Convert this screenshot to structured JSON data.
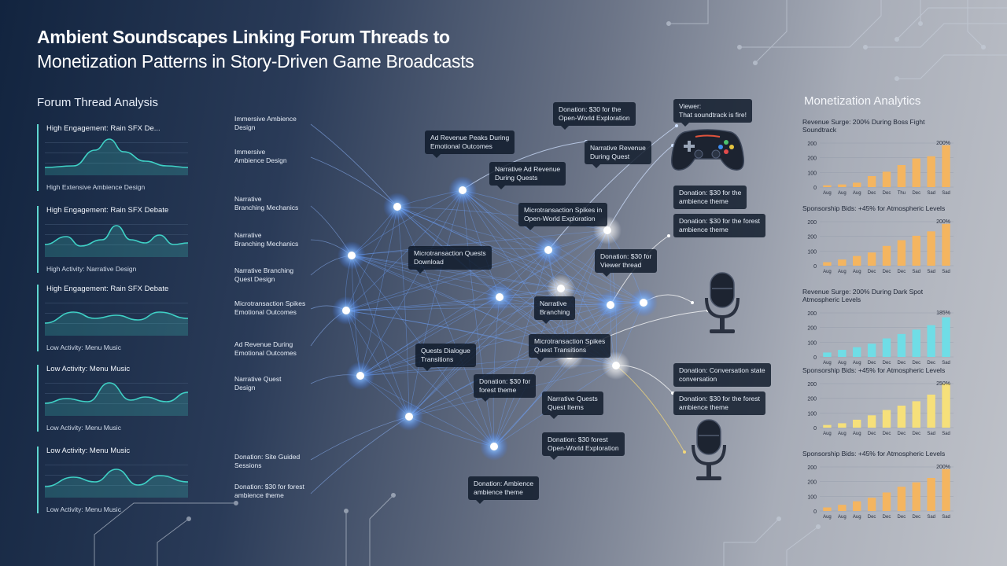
{
  "title": {
    "line1": "Ambient Soundscapes Linking Forum Threads to",
    "line2": "Monetization Patterns in Story-Driven Game Broadcasts"
  },
  "forum": {
    "heading": "Forum Thread Analysis",
    "cards": [
      {
        "header": "High Engagement: Rain SFX De...",
        "footer": "High Extensive Ambience Design",
        "color": "#3fd1c6"
      },
      {
        "header": "High Engagement: Rain SFX Debate",
        "footer": "High Activity: Narrative Design",
        "color": "#3fd1c6"
      },
      {
        "header": "High Engagement: Rain SFX Debate",
        "footer": "Low Activity: Menu Music",
        "color": "#3fd1c6"
      },
      {
        "header": "Low Activity: Menu Music",
        "footer": "Low Activity: Menu Music",
        "color": "#3fd1c6"
      },
      {
        "header": "Low Activity: Menu Music",
        "footer": "Low Activity: Menu Music",
        "color": "#3fd1c6"
      }
    ]
  },
  "left_labels": [
    "Immersive Ambience\nDesign",
    "Immersive\nAmbience Design",
    "Narrative\nBranching Mechanics",
    "Narrative\nBranching Mechanics",
    "Narrative Branching\nQuest Design",
    "Microtransaction Spikes\nEmotional Outcomes",
    "Ad Revenue During\nEmotional Outcomes",
    "Narrative Quest\nDesign",
    "Donation: Site Guided\nSessions",
    "Donation: $30 for forest\nambience theme"
  ],
  "center_labels": [
    "Ad Revenue Peaks During\nEmotional Outcomes",
    "Donation: $30 for the\nOpen-World Exploration",
    "Narrative Ad Revenue\nDuring Quests",
    "Narrative Revenue\nDuring Quest",
    "Microtransaction Spikes in\nOpen-World Exploration",
    "Microtransaction Quests\nDownload",
    "Narrative\nBranching",
    "Quests Dialogue\nTransitions",
    "Microtransaction Spikes\nQuest Transitions",
    "Donation: $30 for\nforest theme",
    "Narrative Quests\nQuest Items",
    "Donation: $30 forest\nOpen-World Exploration",
    "Donation: Ambience\nambience theme",
    "Donation: $30 for\nViewer thread"
  ],
  "right_labels": [
    "Donation: $30 for the\nambience theme",
    "Donation: $30 for the forest\nambience theme",
    "Donation: Conversation state\nconversation",
    "Donation: $30 for the forest\nambience theme"
  ],
  "viewer_bubble": "Viewer:\nThat soundtrack is fire!",
  "icons": [
    "gamepad-icon",
    "microphone-icon",
    "microphone-icon"
  ],
  "monetization": {
    "heading": "Monetization Analytics",
    "colors": {
      "orange": "#f4b560",
      "cyan": "#6fdde6",
      "yellow": "#f6e07a"
    },
    "ytick_labels": [
      "0",
      "100",
      "200",
      "200"
    ]
  },
  "chart_data": [
    {
      "type": "bar",
      "title": "Revenue Surge: 200% During Boss Fight Soundtrack",
      "categories": [
        "Aug",
        "Aug",
        "Aug",
        "Dec",
        "Dec",
        "Thu",
        "Dec",
        "Sad",
        "Sad"
      ],
      "values": [
        4,
        6,
        10,
        25,
        35,
        50,
        65,
        70,
        95
      ],
      "peak_label": "200%",
      "ylim": [
        0,
        100
      ],
      "color": "orange"
    },
    {
      "type": "bar",
      "title": "Sponsorship Bids: +45% for Atmospheric Levels",
      "categories": [
        "Aug",
        "Aug",
        "Aug",
        "Dec",
        "Dec",
        "Dec",
        "Sad",
        "Sad",
        "Sad"
      ],
      "values": [
        8,
        14,
        22,
        30,
        45,
        58,
        68,
        78,
        95
      ],
      "peak_label": "200%",
      "ylim": [
        0,
        100
      ],
      "color": "orange"
    },
    {
      "type": "bar",
      "title": "Revenue Surge: 200% During Dark Spot Atmospheric Levels",
      "categories": [
        "Aug",
        "Aug",
        "Aug",
        "Dec",
        "Dec",
        "Dec",
        "Dec",
        "Dec",
        "Sad"
      ],
      "values": [
        10,
        16,
        22,
        30,
        42,
        52,
        62,
        72,
        90
      ],
      "peak_label": "185%",
      "ylim": [
        0,
        100
      ],
      "color": "cyan"
    },
    {
      "type": "bar",
      "title": "Sponsorship Bids: +45% for Atmospheric Levels",
      "categories": [
        "Aug",
        "Aug",
        "Aug",
        "Dec",
        "Dec",
        "Dec",
        "Dec",
        "Sad",
        "Sad"
      ],
      "values": [
        6,
        10,
        18,
        28,
        40,
        50,
        60,
        75,
        100
      ],
      "peak_label": "250%",
      "ylim": [
        0,
        100
      ],
      "color": "yellow"
    },
    {
      "type": "bar",
      "title": "Sponsorship Bids: +45% for Atmospheric Levels",
      "categories": [
        "Aug",
        "Aug",
        "Aug",
        "Dec",
        "Dec",
        "Dec",
        "Dec",
        "Sad",
        "Sad"
      ],
      "values": [
        8,
        14,
        22,
        30,
        42,
        55,
        65,
        75,
        95
      ],
      "peak_label": "200%",
      "ylim": [
        0,
        100
      ],
      "color": "orange"
    }
  ]
}
